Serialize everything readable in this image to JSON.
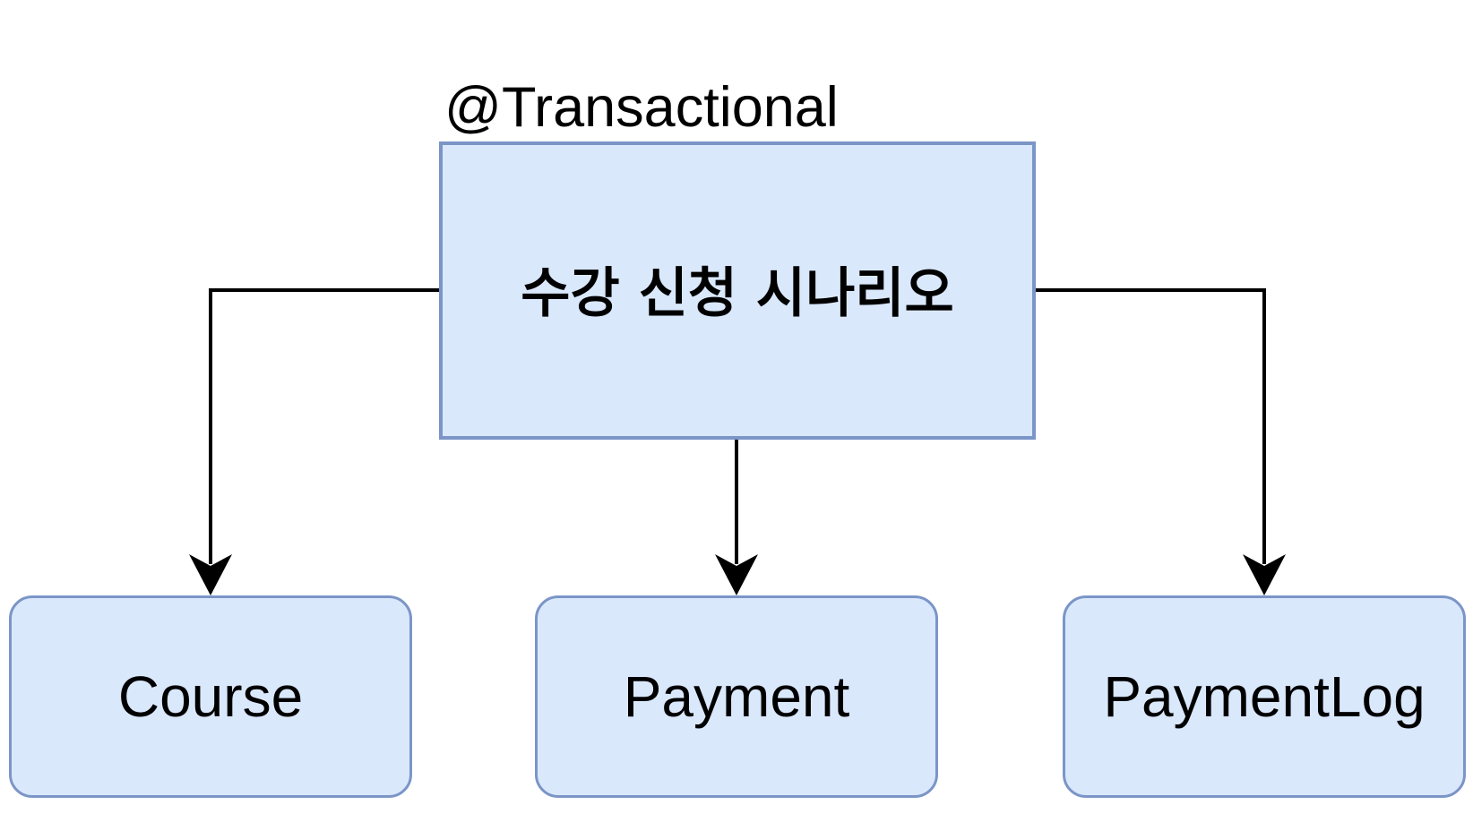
{
  "annotation": "@Transactional",
  "main_node": {
    "label": "수강 신청 시나리오"
  },
  "children": [
    {
      "label": "Course"
    },
    {
      "label": "Payment"
    },
    {
      "label": "PaymentLog"
    }
  ],
  "colors": {
    "box_fill": "#dae8fc",
    "box_stroke": "#7b95c7",
    "edge": "#000000"
  }
}
